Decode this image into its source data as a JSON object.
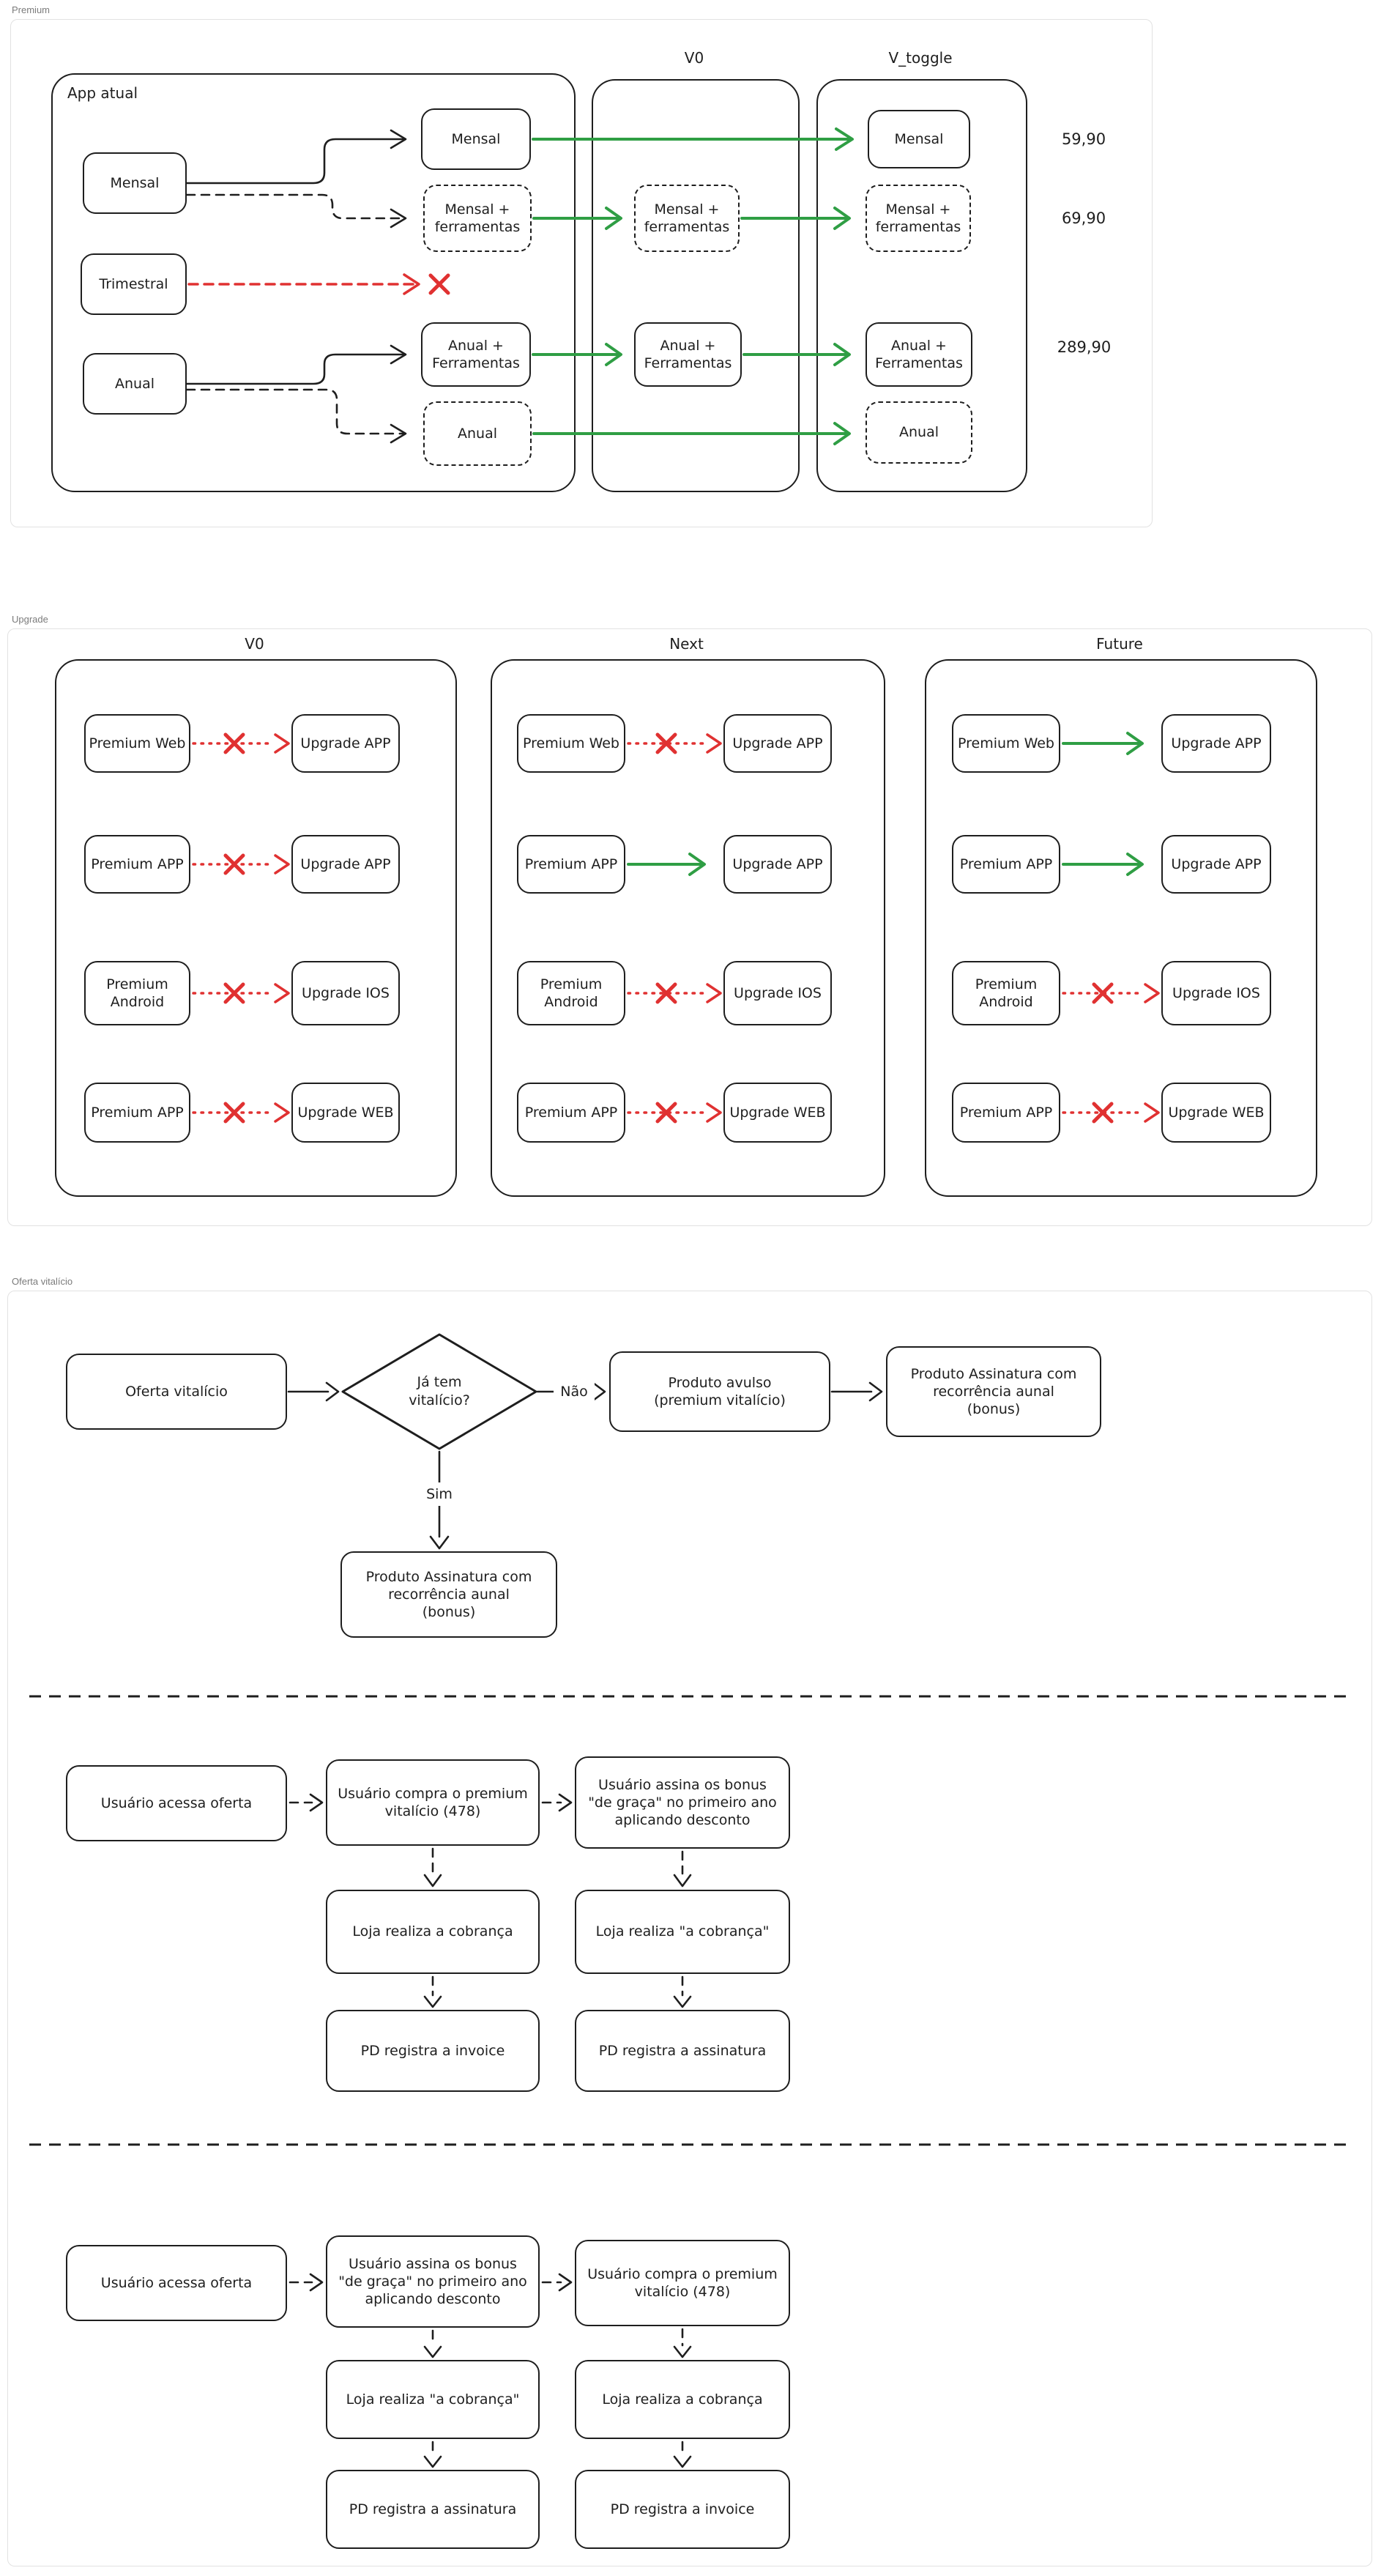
{
  "frames": {
    "premium": {
      "label": "Premium",
      "app_atual": {
        "label": "App atual",
        "source_mensal": "Mensal",
        "source_trimestral": "Trimestral",
        "source_anual": "Anual",
        "target_mensal": "Mensal",
        "target_mensal_ferramentas": "Mensal +\nferramentas",
        "target_anual_ferramentas": "Anual +\nFerramentas",
        "target_anual": "Anual"
      },
      "v0": {
        "label": "V0",
        "mensal_ferramentas": "Mensal +\nferramentas",
        "anual_ferramentas": "Anual +\nFerramentas"
      },
      "v_toggle": {
        "label": "V_toggle",
        "mensal": "Mensal",
        "mensal_ferramentas": "Mensal +\nferramentas",
        "anual_ferramentas": "Anual +\nFerramentas",
        "anual": "Anual"
      },
      "prices": {
        "mensal": "59,90",
        "mensal_ferramentas": "69,90",
        "anual_ferramentas": "289,90"
      },
      "connections": [
        {
          "from": "Mensal",
          "to": "Mensal",
          "style": "solid-black"
        },
        {
          "from": "Mensal",
          "to": "Mensal + ferramentas",
          "style": "dashed-black"
        },
        {
          "from": "Trimestral",
          "to": "discontinued",
          "style": "dashed-red-x"
        },
        {
          "from": "Anual",
          "to": "Anual + Ferramentas",
          "style": "solid-black"
        },
        {
          "from": "Anual",
          "to": "Anual",
          "style": "dashed-black"
        },
        {
          "from": "App atual",
          "to": "V0 / V_toggle",
          "style": "green"
        }
      ]
    },
    "upgrade": {
      "label": "Upgrade",
      "columns": [
        {
          "label": "V0",
          "rows": [
            {
              "from": "Premium Web",
              "to": "Upgrade APP",
              "status": "blocked"
            },
            {
              "from": "Premium APP",
              "to": "Upgrade APP",
              "status": "blocked"
            },
            {
              "from": "Premium\nAndroid",
              "to": "Upgrade IOS",
              "status": "blocked"
            },
            {
              "from": "Premium APP",
              "to": "Upgrade WEB",
              "status": "blocked"
            }
          ]
        },
        {
          "label": "Next",
          "rows": [
            {
              "from": "Premium Web",
              "to": "Upgrade APP",
              "status": "blocked"
            },
            {
              "from": "Premium APP",
              "to": "Upgrade APP",
              "status": "allowed"
            },
            {
              "from": "Premium\nAndroid",
              "to": "Upgrade IOS",
              "status": "blocked"
            },
            {
              "from": "Premium APP",
              "to": "Upgrade WEB",
              "status": "blocked"
            }
          ]
        },
        {
          "label": "Future",
          "rows": [
            {
              "from": "Premium Web",
              "to": "Upgrade APP",
              "status": "allowed"
            },
            {
              "from": "Premium APP",
              "to": "Upgrade APP",
              "status": "allowed"
            },
            {
              "from": "Premium\nAndroid",
              "to": "Upgrade IOS",
              "status": "blocked"
            },
            {
              "from": "Premium APP",
              "to": "Upgrade WEB",
              "status": "blocked"
            }
          ]
        }
      ]
    },
    "oferta": {
      "label": "Oferta vitalício",
      "decision_flow": {
        "start": "Oferta vitalício",
        "decision": "Já tem\nvitalício?",
        "no_label": "Não",
        "yes_label": "Sim",
        "produto_avulso": "Produto avulso\n(premium vitalício)",
        "produto_assinatura_right": "Produto Assinatura com\nrecorrência aunal\n(bonus)",
        "produto_assinatura_down": "Produto Assinatura com\nrecorrência aunal\n(bonus)"
      },
      "flow_compra_primeiro": {
        "step1": "Usuário acessa oferta",
        "step2": "Usuário compra o premium\nvitalício (478)",
        "step3": "Usuário assina os bonus\n\"de graça\" no primeiro ano\naplicando desconto",
        "step2_down1": "Loja realiza a cobrança",
        "step3_down1": "Loja realiza \"a cobrança\"",
        "step2_down2": "PD registra a invoice",
        "step3_down2": "PD registra a assinatura"
      },
      "flow_assina_primeiro": {
        "step1": "Usuário acessa oferta",
        "step2": "Usuário assina os bonus\n\"de graça\" no primeiro ano\naplicando desconto",
        "step3": "Usuário compra o premium\nvitalício (478)",
        "step2_down1": "Loja realiza \"a cobrança\"",
        "step3_down1": "Loja realiza a cobrança",
        "step2_down2": "PD registra a assinatura",
        "step3_down2": "PD registra a invoice"
      }
    }
  },
  "colors": {
    "stroke": "#1e1e1e",
    "green": "#2f9e44",
    "red": "#e03131",
    "frame_border": "#e2e2e2",
    "frame_label": "#7b7b7b"
  }
}
